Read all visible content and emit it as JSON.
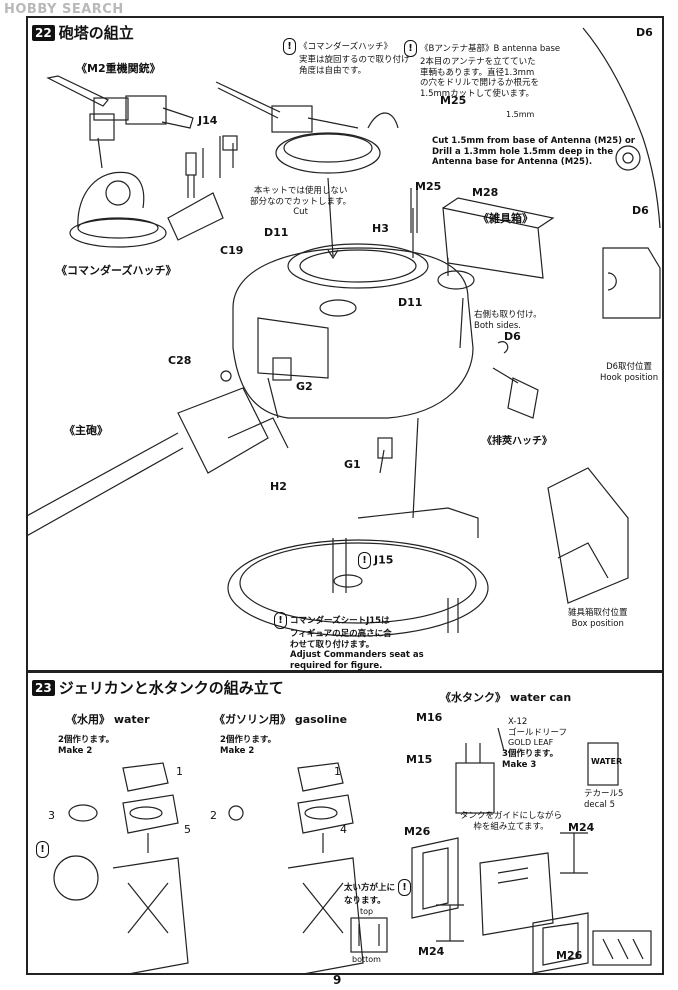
{
  "watermark": "HOBBY SEARCH",
  "page_number": "9",
  "section22": {
    "number": "22",
    "title": "砲塔の組立",
    "labels": {
      "m2": "《M2重機関銃》",
      "j14": "J14",
      "commander_hatch_note_jp": "《コマンダーズハッチ》",
      "commander_hatch_note_1": "実車は旋回するので取り付け",
      "commander_hatch_note_2": "角度は自由です。",
      "commander_hatch_label": "《コマンダーズハッチ》",
      "cut_jp_1": "本キットでは使用しない",
      "cut_jp_2": "部分なのでカットします。",
      "cut_en": "Cut",
      "d11a": "D11",
      "c19": "C19",
      "h3": "H3",
      "m25b": "M25",
      "m28": "M28",
      "box_jp": "《雑具箱》",
      "d11b": "D11",
      "both_jp": "右側も取り付け。",
      "both_en": "Both sides.",
      "d6c": "D6",
      "c28": "C28",
      "g2": "G2",
      "main_gun": "《主砲》",
      "exhaust": "《排莢ハッチ》",
      "g1": "G1",
      "h2": "H2",
      "j15": "J15",
      "seat_jp_1": "コマンダーズシートJ15は",
      "seat_jp_2": "フィギュアの足の高さに合",
      "seat_jp_3": "わせて取り付けます。",
      "seat_en_1": "Adjust Commanders seat as",
      "seat_en_2": "required for figure.",
      "antenna_jp_0": "《Bアンテナ基部》B antenna base",
      "antenna_jp_1": "2本目のアンテナを立てていた",
      "antenna_jp_2": "車輌もあります。直径1.3mm",
      "antenna_jp_3": "の穴をドリルで開けるか根元を",
      "antenna_jp_4": "1.5mmカットして使います。",
      "m25a": "M25",
      "dim": "1.5mm",
      "antenna_en_1": "Cut 1.5mm from base of Antenna (M25) or",
      "antenna_en_2": "Drill a 1.3mm hole 1.5mm deep in the",
      "antenna_en_3": "Antenna base for Antenna (M25).",
      "d6a": "D6",
      "d6b": "D6",
      "hook_jp": "D6取付位置",
      "hook_en": "Hook position",
      "boxpos_jp": "雑具箱取付位置",
      "boxpos_en": "Box position"
    }
  },
  "section23": {
    "number": "23",
    "title": "ジェリカンと水タンクの組み立て",
    "labels": {
      "water_title": "《水用》 water",
      "water_make_jp": "2個作ります。",
      "water_make_en": "Make 2",
      "gas_title": "《ガソリン用》 gasoline",
      "gas_make_jp": "2個作ります。",
      "gas_make_en": "Make 2",
      "p1a": "1",
      "p3": "3",
      "p5": "5",
      "p1b": "1",
      "p2": "2",
      "p4": "4",
      "tank_title": "《水タンク》 water can",
      "m16": "M16",
      "paint_code": "X-12",
      "paint_jp": "ゴールドリーフ",
      "paint_en": "GOLD LEAF",
      "m15": "M15",
      "tank_make_jp": "3個作ります。",
      "tank_make_en": "Make 3",
      "water_decal": "WATER",
      "decal_jp": "テカール5",
      "decal_en": "decal 5",
      "frame_note_1": "タンクをガイドにしながら",
      "frame_note_2": "枠を組み立てます。",
      "m26a": "M26",
      "m24a": "M24",
      "thick_1": "太い方が上に",
      "thick_2": "なります。",
      "top": "top",
      "bottom": "bottom",
      "m24b": "M24",
      "m26b": "M26"
    }
  }
}
